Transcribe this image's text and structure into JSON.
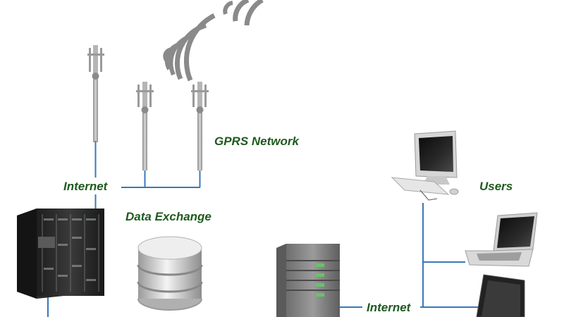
{
  "diagram": {
    "labels": {
      "gprs_network": "GPRS Network",
      "internet_left": "Internet",
      "data_exchange": "Data Exchange",
      "users": "Users",
      "internet_right": "Internet"
    },
    "colors": {
      "label_green": "#1f5a1f",
      "connector_blue": "#3a78b8",
      "signal_gray": "#8a8a8a",
      "antenna_gray": "#9a9a9a"
    },
    "icons": [
      "cell-tower-icon",
      "wireless-signal-icon",
      "server-rack-icon",
      "database-icon",
      "server-tower-icon",
      "desktop-computer-icon",
      "laptop-icon",
      "tablet-icon"
    ]
  }
}
